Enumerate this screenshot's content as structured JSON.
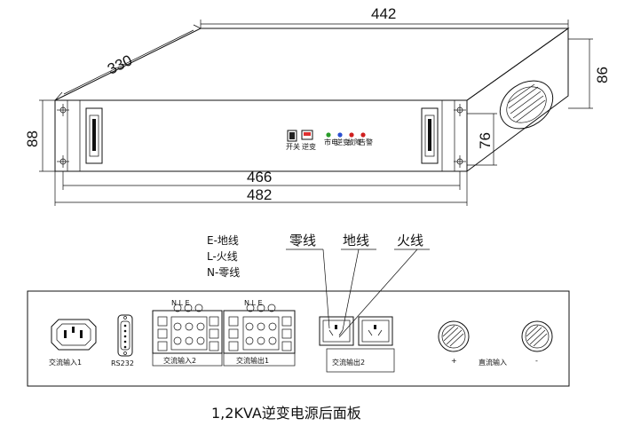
{
  "dimensions": {
    "depth": "330",
    "width_top": "442",
    "height_side": "86",
    "height_front": "88",
    "inner_height": "76",
    "mount_width": "466",
    "total_width": "482"
  },
  "legend": {
    "e_line": "E-地线",
    "l_line": "L-火线",
    "n_line": "N-零线"
  },
  "wire_labels": {
    "neutral": "零线",
    "ground": "地线",
    "live": "火线"
  },
  "terminals": {
    "nle_a": "N L E",
    "nle_b": "N L E"
  },
  "rear_panel": {
    "ac_input_1": "交流输入1",
    "rs232": "RS232",
    "ac_input_2": "交流输入2",
    "ac_output_1": "交流输出1",
    "ac_output_2": "交流输出2",
    "dc_plus": "+",
    "dc_input": "直流输入",
    "dc_minus": "-"
  },
  "caption": "1,2KVA逆变电源后面板",
  "colors": {
    "led_green": "#2a9d2a",
    "led_blue": "#2b4fd0",
    "led_red1": "#d02020",
    "led_red2": "#d02020",
    "switch_red": "#e03030"
  }
}
